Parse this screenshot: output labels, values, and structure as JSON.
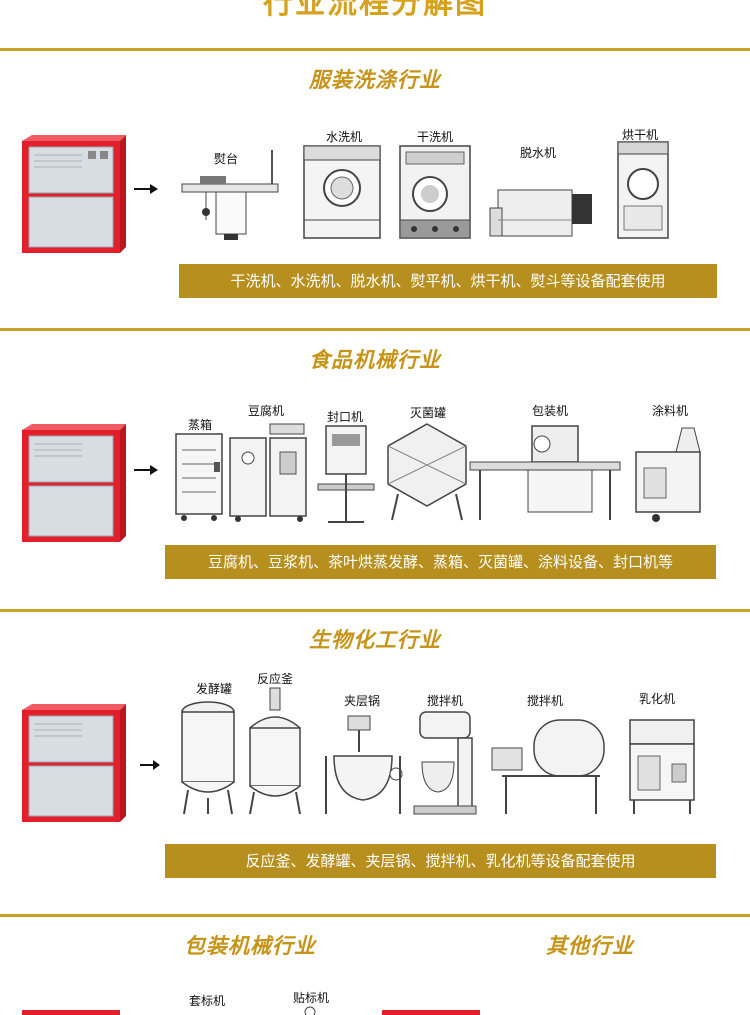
{
  "page_title": "行业流程分解图",
  "sections": {
    "laundry": {
      "title": "服装洗涤行业",
      "machines": [
        "熨台",
        "水洗机",
        "干洗机",
        "脱水机",
        "烘干机"
      ],
      "caption": "干洗机、水洗机、脱水机、熨平机、烘干机、熨斗等设备配套使用"
    },
    "food": {
      "title": "食品机械行业",
      "machines": [
        "蒸箱",
        "豆腐机",
        "封口机",
        "灭菌罐",
        "包装机",
        "涂料机"
      ],
      "caption": "豆腐机、豆浆机、茶叶烘蒸发酵、蒸箱、灭菌罐、涂料设备、封口机等"
    },
    "bio": {
      "title": "生物化工行业",
      "machines": [
        "发酵罐",
        "反应釜",
        "夹层锅",
        "搅拌机",
        "搅拌机",
        "乳化机"
      ],
      "caption": "反应釜、发酵罐、夹层锅、搅拌机、乳化机等设备配套使用"
    },
    "packaging": {
      "title": "包装机械行业",
      "machines": [
        "套标机",
        "贴标机"
      ]
    },
    "other": {
      "title": "其他行业"
    }
  },
  "colors": {
    "accent": "#c9a227",
    "bar": "#b78f1f",
    "cabinet_red": "#e2202c",
    "title_gold": "#c69418"
  }
}
